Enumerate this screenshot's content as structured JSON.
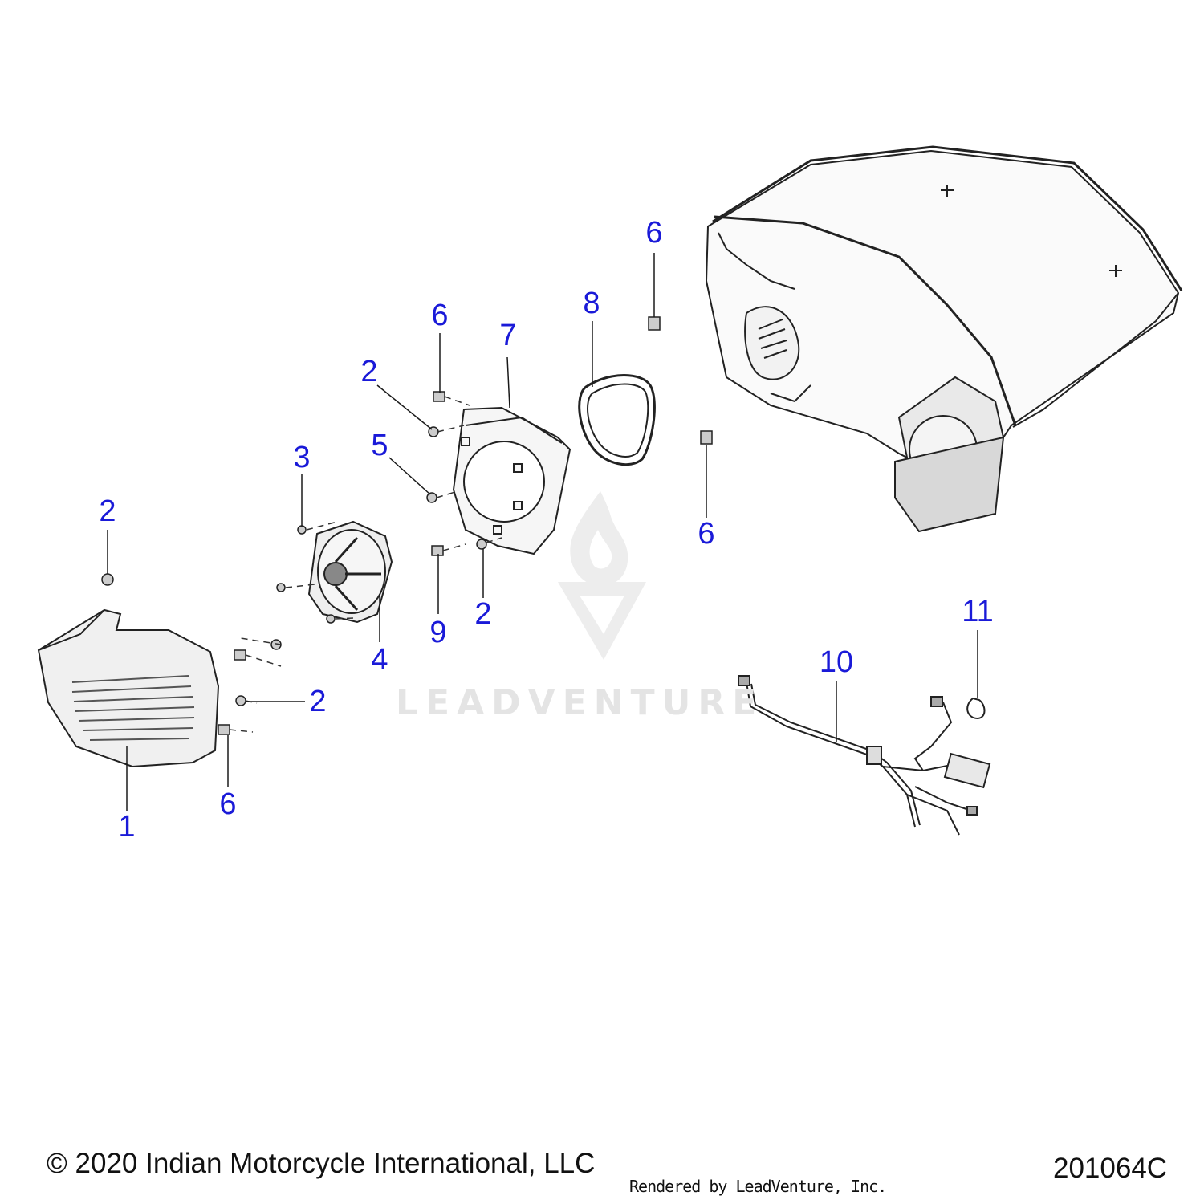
{
  "footer": {
    "copyright": "© 2020 Indian Motorcycle International, LLC",
    "rendered_by": "Rendered by LeadVenture, Inc.",
    "diagram_number": "201064C"
  },
  "watermark": {
    "text": "LEADVENTURE"
  },
  "callouts": [
    {
      "id": "callout-6-top-right",
      "label": "6"
    },
    {
      "id": "callout-8",
      "label": "8"
    },
    {
      "id": "callout-6-upper",
      "label": "6"
    },
    {
      "id": "callout-7",
      "label": "7"
    },
    {
      "id": "callout-2-upper",
      "label": "2"
    },
    {
      "id": "callout-5",
      "label": "5"
    },
    {
      "id": "callout-3",
      "label": "3"
    },
    {
      "id": "callout-2-left",
      "label": "2"
    },
    {
      "id": "callout-6-right",
      "label": "6"
    },
    {
      "id": "callout-9",
      "label": "9"
    },
    {
      "id": "callout-2-middle",
      "label": "2"
    },
    {
      "id": "callout-4",
      "label": "4"
    },
    {
      "id": "callout-2-lower",
      "label": "2"
    },
    {
      "id": "callout-6-lower",
      "label": "6"
    },
    {
      "id": "callout-1",
      "label": "1"
    },
    {
      "id": "callout-11",
      "label": "11"
    },
    {
      "id": "callout-10",
      "label": "10"
    }
  ]
}
